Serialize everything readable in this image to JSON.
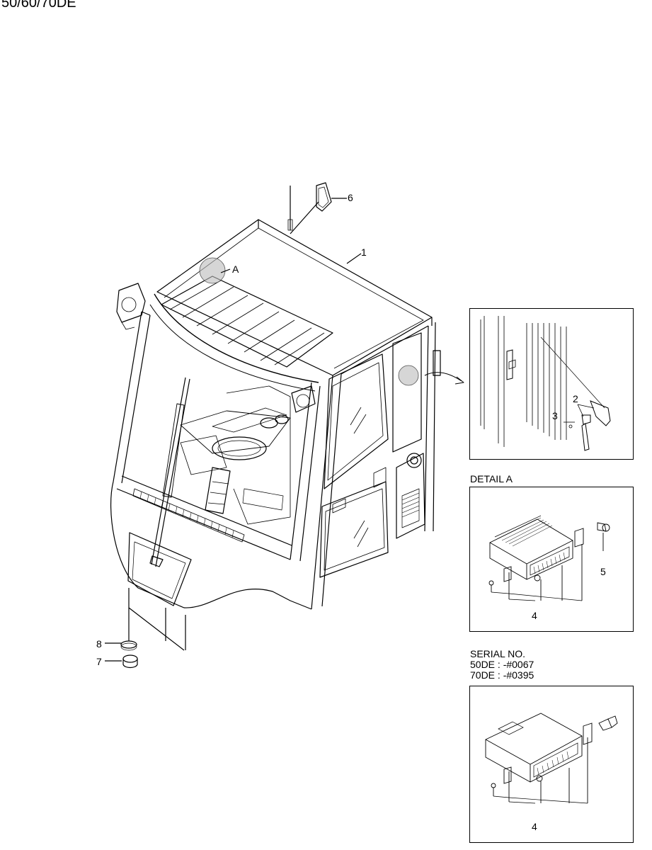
{
  "header": {
    "model": "50/60/70DE"
  },
  "callouts": {
    "c1": "1",
    "c2": "2",
    "c3": "3",
    "c4a": "4",
    "c4b": "4",
    "c5": "5",
    "c6": "6",
    "c7": "7",
    "c8": "8",
    "cA": "A"
  },
  "detail_a": {
    "title": "DETAIL A"
  },
  "serial": {
    "line1": "SERIAL NO.",
    "line2": "50DE : -#0067",
    "line3": "70DE : -#0395"
  }
}
